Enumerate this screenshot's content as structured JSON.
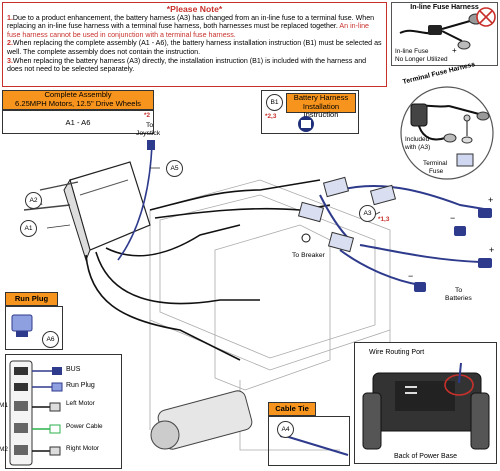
{
  "note": {
    "title": "*Please Note*",
    "items": [
      {
        "num": "1.",
        "text": "Due to a product enhancement, the battery harness (A3) has changed from an in-line fuse to a terminal fuse. When replacing an in-line fuse harness with a terminal fuse harness, both harnesses must be replaced together.",
        "red": " An in-line fuse harness cannot be used in conjunction with a terminal fuse harness."
      },
      {
        "num": "2.",
        "text": "When replacing the complete assembly (A1 - A6), the battery harness installation instruction (B1) must be selected as well. The complete assembly does not contain the instruction.",
        "red": ""
      },
      {
        "num": "3.",
        "text": "When replacing the battery harness (A3) directly, the installation instruction (B1) is included with the harness and does not need to be selected separately.",
        "red": ""
      }
    ]
  },
  "inline_fuse": {
    "title": "In-line Fuse Harness",
    "caption_line1": "In-line Fuse",
    "caption_line2": "No Longer Utilized"
  },
  "terminal_fuse": {
    "title": "Terminal Fuse Harness",
    "included_line1": "Included",
    "included_line2": "with (A3)",
    "terminal_line1": "Terminal",
    "terminal_line2": "Fuse"
  },
  "assembly": {
    "line1": "Complete Assembly",
    "line2": "6.25MPH Motors, 12.5\" Drive Wheels",
    "range": "A1 - A6",
    "note": "*2"
  },
  "instruction": {
    "callout": "B1",
    "line1": "Battery Harness",
    "line2": "Installation Instruction",
    "note": "*2,3"
  },
  "callouts": {
    "a1": "A1",
    "a2": "A2",
    "a3": "A3",
    "a4": "A4",
    "a5": "A5",
    "a6": "A6",
    "a3_note": "*1,3"
  },
  "labels": {
    "to_joystick_1": "To",
    "to_joystick_2": "Joystick",
    "to_breaker": "To Breaker",
    "to_batteries_1": "To",
    "to_batteries_2": "Batteries",
    "plus": "+",
    "minus": "−"
  },
  "run_plug_box": {
    "title": "Run Plug"
  },
  "legend": {
    "bus": "BUS",
    "run_plug": "Run Plug",
    "left_motor": "Left Motor",
    "power_cable": "Power Cable",
    "right_motor": "Right Motor",
    "m1": "M1",
    "m2": "M2"
  },
  "cable_tie": {
    "title": "Cable Tie"
  },
  "routing": {
    "port": "Wire Routing Port",
    "base": "Back of Power Base"
  },
  "colors": {
    "accent_red": "#c8312b",
    "orange": "#f7941d",
    "harness_blue": "#2e3a8c",
    "cable_green": "#2bb24c"
  }
}
